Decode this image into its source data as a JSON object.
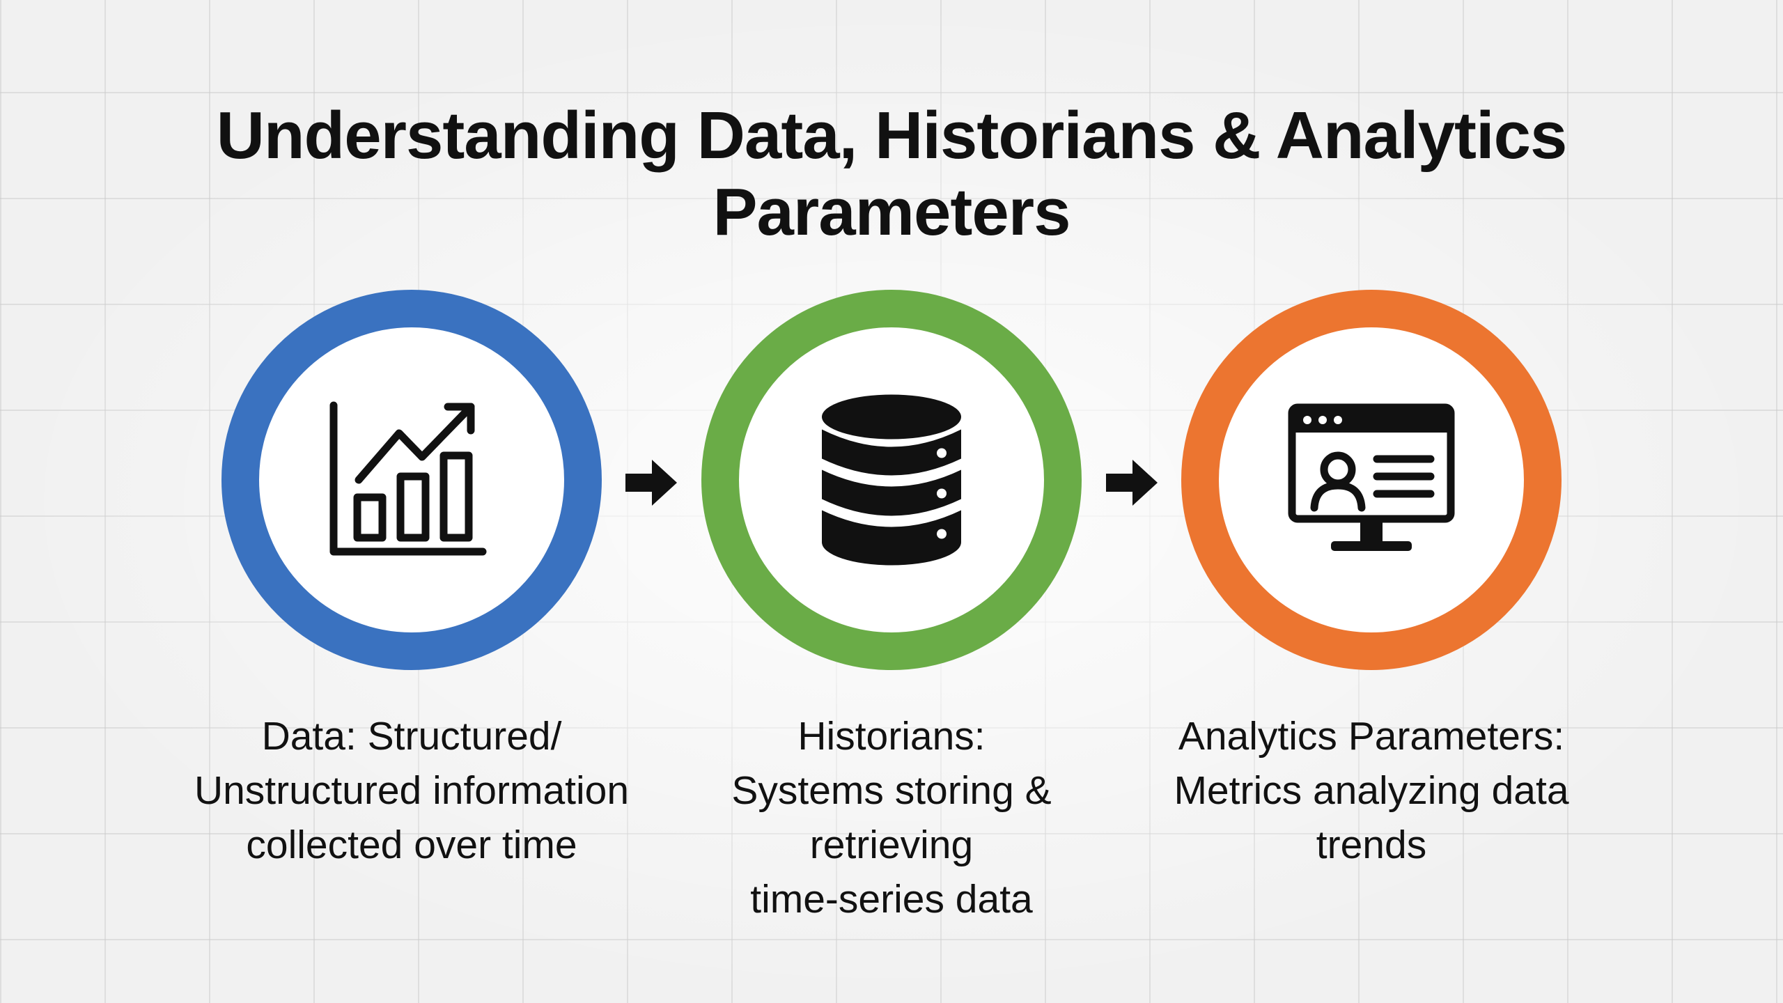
{
  "title": {
    "line1": "Understanding Data, Historians & Analytics",
    "line2": "Parameters"
  },
  "colors": {
    "data": "#3a72c0",
    "historians": "#6aac47",
    "analytics": "#ec7530"
  },
  "steps": [
    {
      "icon": "bar-chart-trend-icon",
      "lines": [
        "Data: Structured/",
        "Unstructured information",
        "collected over time"
      ]
    },
    {
      "icon": "database-icon",
      "lines": [
        "Historians:",
        "Systems storing &",
        "retrieving",
        "time-series data"
      ]
    },
    {
      "icon": "monitor-profile-icon",
      "lines": [
        "Analytics Parameters:",
        "Metrics analyzing data",
        "trends"
      ]
    }
  ]
}
